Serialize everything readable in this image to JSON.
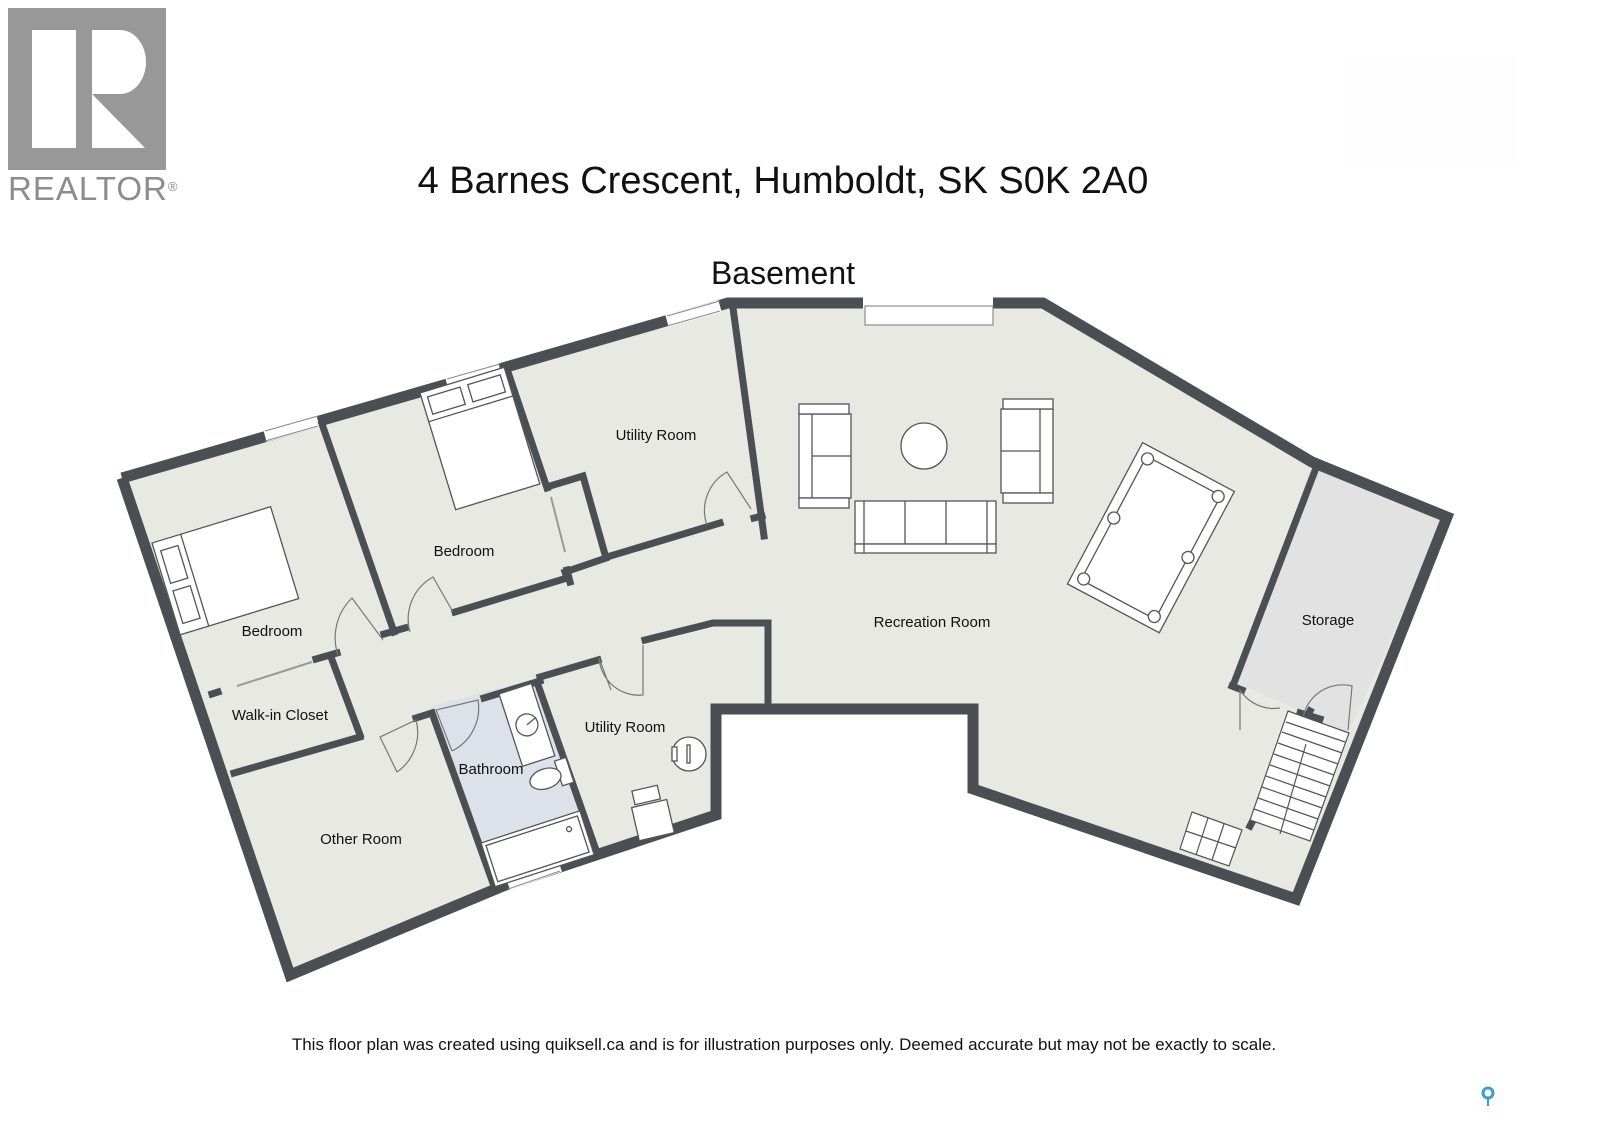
{
  "logo": {
    "wordmark": "REALTOR",
    "registered": "®"
  },
  "header": {
    "address": "4 Barnes Crescent, Humboldt, SK S0K 2A0",
    "floor_name": "Basement"
  },
  "rooms": {
    "bedroom_1": "Bedroom",
    "bedroom_2": "Bedroom",
    "utility_room_top": "Utility Room",
    "recreation_room": "Recreation Room",
    "storage": "Storage",
    "walk_in_closet": "Walk-in Closet",
    "bathroom": "Bathroom",
    "utility_room_bottom": "Utility Room",
    "other_room": "Other Room"
  },
  "colors": {
    "wall": "#4b4e53",
    "floor": "#e9e9e3",
    "bathroom_floor": "#dde2ea",
    "storage_floor": "#e2e2e2",
    "fixture_stroke": "#555555",
    "pin": "#3d9ad6"
  },
  "footer": {
    "disclaimer": "This floor plan was created using quiksell.ca and is for illustration purposes only. Deemed accurate but may not be exactly to scale."
  },
  "icons": {
    "map_pin": "map-pin-icon"
  }
}
